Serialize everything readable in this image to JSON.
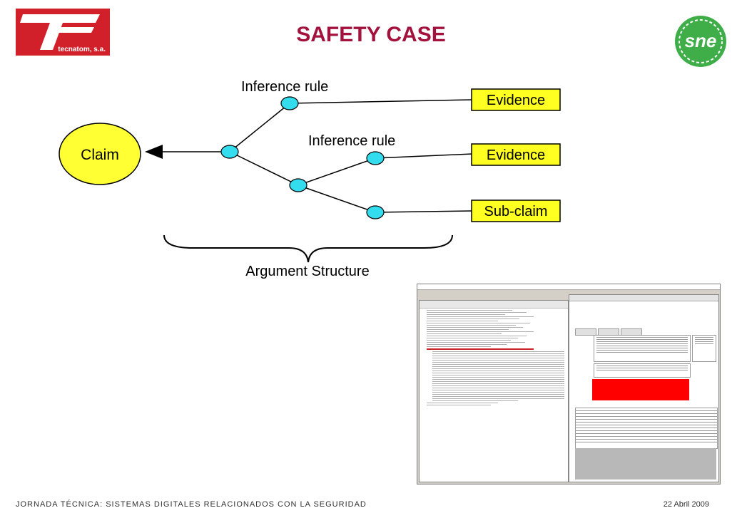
{
  "header": {
    "title": "SAFETY CASE",
    "left_logo_text": "tecnatom, s.a.",
    "right_logo_text": "sne"
  },
  "diagram": {
    "claim_label": "Claim",
    "inference_rule_labels": [
      "Inference rule",
      "Inference rule"
    ],
    "leaf_labels": [
      "Evidence",
      "Evidence",
      "Sub-claim"
    ],
    "brace_label": "Argument Structure",
    "colors": {
      "claim_fill": "#ffff33",
      "leaf_fill": "#ffff22",
      "node_fill": "#33ddee",
      "line": "#000000"
    }
  },
  "footer": {
    "left": "JORNADA TÉCNICA: SISTEMAS DIGITALES RELACIONADOS CON LA SEGURIDAD",
    "right": "22 Abril 2009"
  },
  "colors": {
    "title": "#a3113d",
    "left_logo": "#d2202a",
    "right_logo": "#3fae49"
  }
}
